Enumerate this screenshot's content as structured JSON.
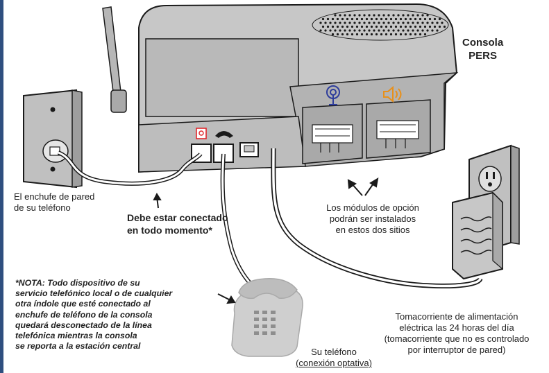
{
  "console": {
    "title_line1": "Consola",
    "title_line2": "PERS"
  },
  "labels": {
    "wall_jack_line1": "El enchufe de pared",
    "wall_jack_line2": "de su teléfono",
    "must_connect_line1": "Debe estar conectado",
    "must_connect_line2": "en todo momento*",
    "modules_line1": "Los módulos de opción",
    "modules_line2": "podrán ser instalados",
    "modules_line3": "en estos dos sitios",
    "phone_line1": "Su teléfono",
    "phone_line2": "(conexión optativa)",
    "outlet_line1": "Tomacorriente de alimentación",
    "outlet_line2": "eléctrica las 24 horas del día",
    "outlet_line3": "(tomacorriente que no es controlado",
    "outlet_line4": "por interruptor de pared)"
  },
  "note": {
    "line1": "*NOTA: Todo dispositivo de su",
    "line2": "servicio telefónico local o de cualquier",
    "line3": "otra índole que esté conectado al",
    "line4": "enchufe de teléfono de la consola",
    "line5": "quedará desconectado de la línea",
    "line6": "telefónica mientras la consola",
    "line7": "se reporta a la estación central"
  },
  "colors": {
    "console_body": "#c7c7c7",
    "console_shade": "#a9a9a9",
    "outline": "#1a1a1a",
    "radio_icon": "#2e3d9c",
    "speaker_icon": "#e8901a",
    "phone_jack_icon": "#e0262b",
    "left_border": "#2f4f7f"
  },
  "icons": [
    "antenna-icon",
    "radio-module-icon",
    "speaker-module-icon",
    "phone-jack-icon",
    "handset-icon",
    "telephone-icon",
    "power-adapter-icon",
    "wall-outlet-icon",
    "wall-jack-icon"
  ]
}
